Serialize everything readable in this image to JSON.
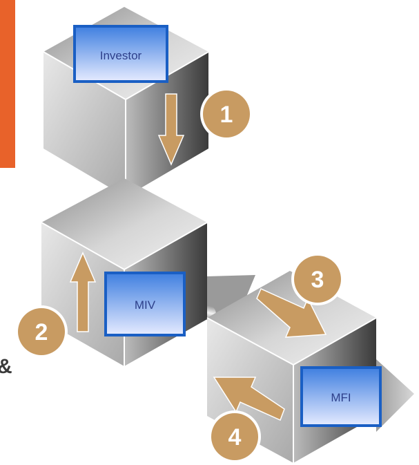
{
  "labels": {
    "investor": "Investor",
    "miv": "MIV",
    "mfi": "MFI"
  },
  "steps": {
    "one": "1",
    "two": "2",
    "three": "3",
    "four": "4"
  },
  "edge_fragments": {
    "ampersand": "&"
  },
  "colors": {
    "accent_bar": "#e8622a",
    "arrow": "#c89b62",
    "badge": "#c89b62",
    "label_border": "#1a5fc4",
    "label_fill_top": "#3f7fe0",
    "label_fill_bottom": "#e6ebff",
    "label_text": "#2d3f8a"
  }
}
